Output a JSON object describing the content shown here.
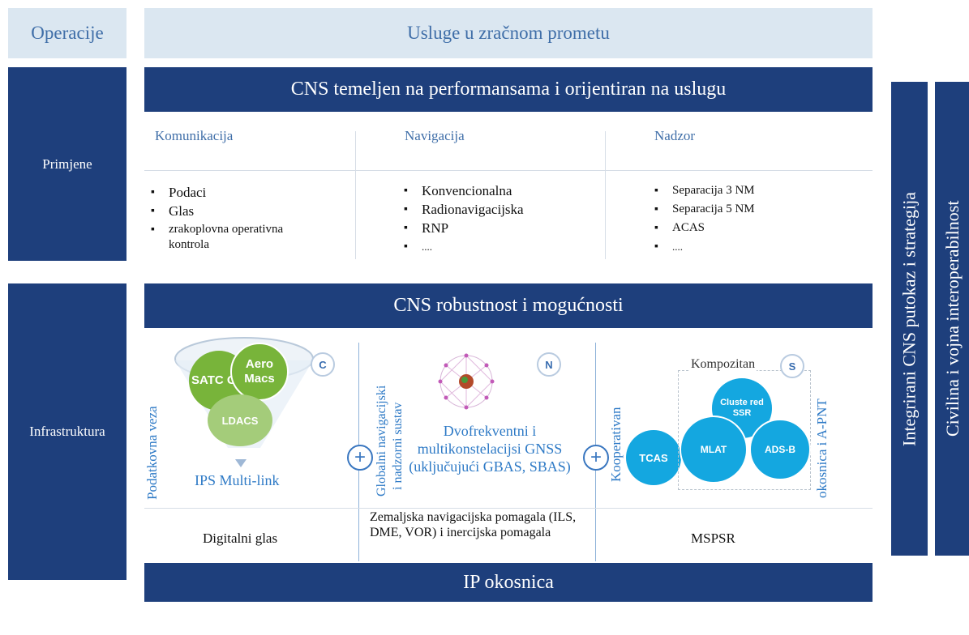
{
  "header": {
    "operacije": "Operacije",
    "usluge": "Usluge u zračnom prometu"
  },
  "side": {
    "primjene": "Primjene",
    "infrastruktura": "Infrastruktura"
  },
  "right": {
    "integrirani": "Integrirani CNS putokaz i strategija",
    "civilina": "Civilina i vojna interoperabilnost"
  },
  "cns_top": "CNS temeljen na performansama i orijentiran na uslugu",
  "columns": {
    "komunikacija": {
      "title": "Komunikacija",
      "items": [
        "Podaci",
        "Glas",
        "zrakoplovna operativna kontrola"
      ]
    },
    "navigacija": {
      "title": "Navigacija",
      "items": [
        "Konvencionalna",
        "Radionavigacijska",
        "RNP",
        "...."
      ]
    },
    "nadzor": {
      "title": "Nadzor",
      "items": [
        "Separacija 3 NM",
        "Separacija 5 NM",
        "ACAS",
        "...."
      ]
    }
  },
  "cns_robust": "CNS robustnost i mogućnosti",
  "infra": {
    "comm": {
      "badge": "C",
      "side_label": "Podatkovna veza",
      "funnel": [
        "SATC OM",
        "Aero Macs",
        "LDACS"
      ],
      "ips": "IPS Multi-link",
      "bottom": "Digitalni glas"
    },
    "nav": {
      "badge": "N",
      "side_label_1": "Globalni navigacijski",
      "side_label_2": "i nadzorni sustav",
      "gnss": "Dvofrekventni i multikonstelacijsi GNSS (uključujući GBAS, SBAS)",
      "bottom": "Zemaljska navigacijska pomagala (ILS, DME, VOR) i inercijska pomagala"
    },
    "sur": {
      "badge": "S",
      "side_label": "Kooperativan",
      "kompozitan": "Kompozitan",
      "right_label": "okosnica i A-PNT",
      "circles": [
        "Cluste red SSR",
        "MLAT",
        "ADS-B",
        "TCAS"
      ],
      "bottom": "MSPSR"
    }
  },
  "ip": "IP okosnica",
  "colors": {
    "navy": "#1e3f7c",
    "light": "#dbe7f1",
    "accent": "#2e7ac6",
    "bubble": "#14a7e0",
    "funnel_green": "#78b43a"
  }
}
